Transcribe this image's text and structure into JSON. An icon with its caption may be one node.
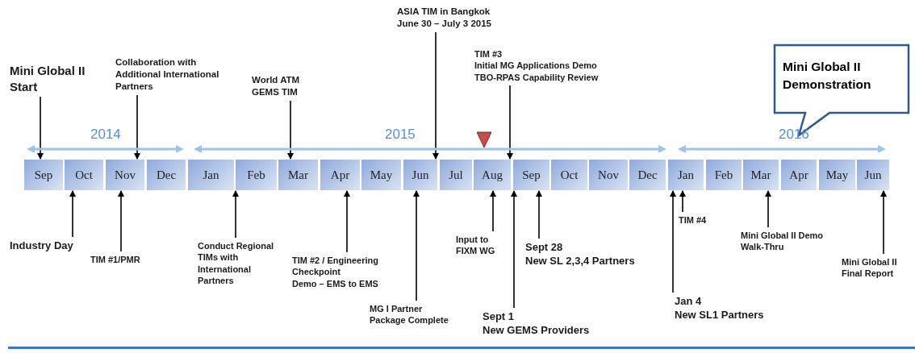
{
  "diagram": {
    "nodes": [
      {
        "text": [
          "Mini Global II Start"
        ]
      },
      {
        "text": [
          "Collaboration with Additional International Partners"
        ]
      },
      {
        "text": [
          "World ATM GEMS TIM"
        ]
      },
      {
        "text": [
          "ASIA TIM in Bangkok",
          "June 30 – July 3 2015"
        ]
      },
      {
        "text": [
          "TIM #3",
          "Initial MG Applications Demo",
          "TBO-RPAS Capability Review"
        ]
      },
      {
        "text": [
          "Mini Global II Demonstration"
        ]
      },
      {
        "text": [
          "Sep"
        ]
      },
      {
        "text": [
          "Oct"
        ]
      },
      {
        "text": [
          "Nov"
        ]
      },
      {
        "text": [
          "Dec"
        ]
      },
      {
        "text": [
          "Jan"
        ]
      },
      {
        "text": [
          "Feb"
        ]
      },
      {
        "text": [
          "Mar"
        ]
      },
      {
        "text": [
          "Apr"
        ]
      },
      {
        "text": [
          "May"
        ]
      },
      {
        "text": [
          "Jun"
        ]
      },
      {
        "text": [
          "Jul"
        ]
      },
      {
        "text": [
          "Aug"
        ]
      },
      {
        "text": [
          "Sep"
        ]
      },
      {
        "text": [
          "Oct"
        ]
      },
      {
        "text": [
          "Nov"
        ]
      },
      {
        "text": [
          "Dec"
        ]
      },
      {
        "text": [
          "Jan"
        ]
      },
      {
        "text": [
          "Feb"
        ]
      },
      {
        "text": [
          "Mar"
        ]
      },
      {
        "text": [
          "Apr"
        ]
      },
      {
        "text": [
          "May"
        ]
      },
      {
        "text": [
          "Jun"
        ]
      },
      {
        "text": [
          "Industry Day"
        ]
      },
      {
        "text": [
          "TIM #1/PMR"
        ]
      },
      {
        "text": [
          "Conduct Regional TIMs with International Partners"
        ]
      },
      {
        "text": [
          "TIM #2 / Engineering Checkpoint",
          "Demo – EMS to EMS"
        ]
      },
      {
        "text": [
          "MG I Partner Package Complete"
        ]
      },
      {
        "text": [
          "Input to FIXM WG"
        ]
      },
      {
        "text": [
          "Sept 1",
          "New GEMS Providers"
        ]
      },
      {
        "text": [
          "Sept 28",
          "New SL 2,3,4 Partners"
        ]
      },
      {
        "text": [
          "Jan 4",
          "New SL1 Partners"
        ]
      },
      {
        "text": [
          "TIM #4"
        ]
      },
      {
        "text": [
          "Mini Global II Demo Walk-Thru"
        ]
      },
      {
        "text": [
          "Mini Global II Final Report"
        ]
      },
      {
        "text": [
          "2014"
        ]
      },
      {
        "text": [
          "2015"
        ]
      },
      {
        "text": [
          "2016"
        ]
      }
    ],
    "edges": [
      {
        "from": 0,
        "to": 6,
        "arrow": "to"
      },
      {
        "from": 1,
        "to": 8,
        "arrow": "to"
      },
      {
        "from": 2,
        "to": 12,
        "arrow": "to"
      },
      {
        "from": 3,
        "to": 15,
        "arrow": "to"
      },
      {
        "from": 4,
        "to": 18,
        "arrow": "to"
      },
      {
        "from": 28,
        "to": 7,
        "arrow": "to"
      },
      {
        "from": 29,
        "to": 8,
        "arrow": "to"
      },
      {
        "from": 30,
        "to": 10,
        "arrow": "to"
      },
      {
        "from": 31,
        "to": 13,
        "arrow": "to"
      },
      {
        "from": 32,
        "to": 15,
        "arrow": "to"
      },
      {
        "from": 33,
        "to": 17,
        "arrow": "to"
      },
      {
        "from": 34,
        "to": 18,
        "arrow": "to"
      },
      {
        "from": 35,
        "to": 18,
        "arrow": "to"
      },
      {
        "from": 36,
        "to": 22,
        "arrow": "to"
      },
      {
        "from": 37,
        "to": 22,
        "arrow": "to"
      },
      {
        "from": 38,
        "to": 24,
        "arrow": "to"
      },
      {
        "from": 39,
        "to": 27,
        "arrow": "to"
      }
    ]
  }
}
